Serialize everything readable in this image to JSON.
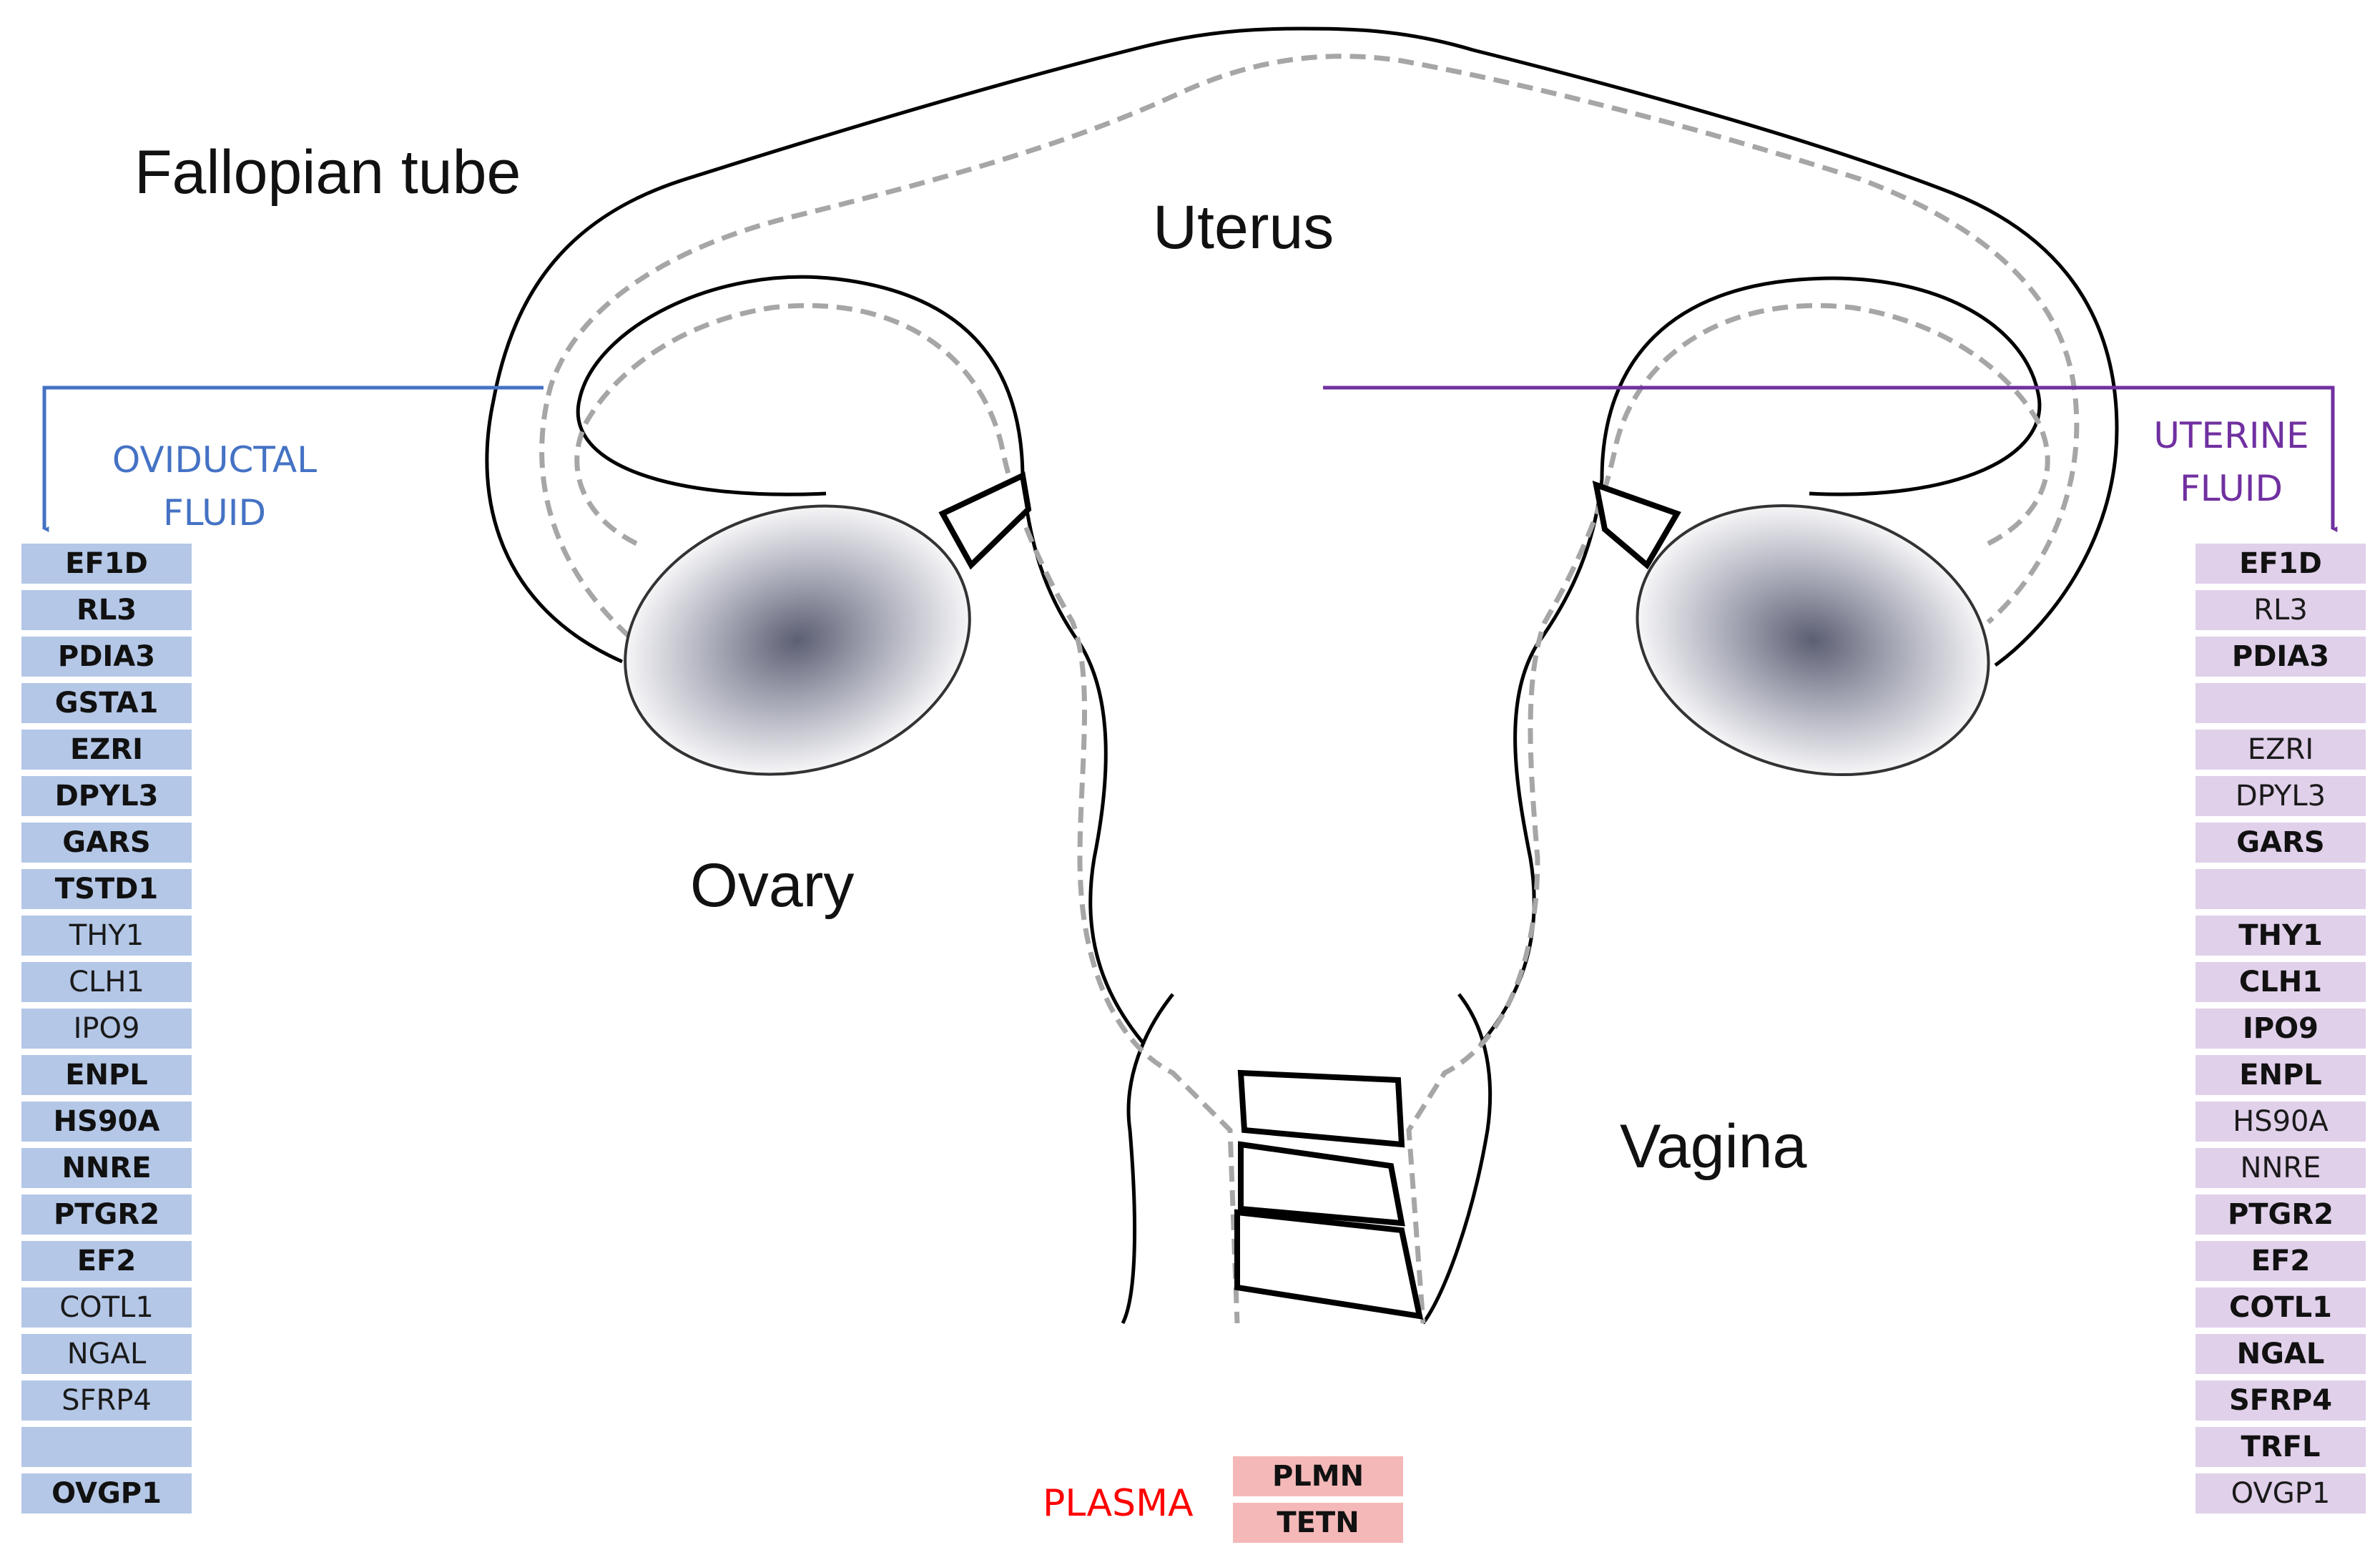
{
  "labels": {
    "fallopian_tube": "Fallopian tube",
    "uterus": "Uterus",
    "ovary": "Ovary",
    "vagina": "Vagina",
    "oviductal_fluid": [
      "OVIDUCTAL",
      "FLUID"
    ],
    "uterine_fluid": [
      "UTERINE",
      "FLUID"
    ],
    "plasma": "PLASMA"
  },
  "colors": {
    "oviductal": "#4472c4",
    "oviductal_cell": "#b4c7e7",
    "uterine": "#7030a0",
    "uterine_cell": "#e0d0ea",
    "plasma": "#ff0000",
    "plasma_cell": "#f4b8b8",
    "outline": "#000000",
    "dashed_lining": "#a6a6a6"
  },
  "oviductal_list": [
    {
      "name": "EF1D",
      "bold": true
    },
    {
      "name": "RL3",
      "bold": true
    },
    {
      "name": "PDIA3",
      "bold": true
    },
    {
      "name": "GSTA1",
      "bold": true
    },
    {
      "name": "EZRI",
      "bold": true
    },
    {
      "name": "DPYL3",
      "bold": true
    },
    {
      "name": "GARS",
      "bold": true
    },
    {
      "name": "TSTD1",
      "bold": true
    },
    {
      "name": "THY1",
      "bold": false
    },
    {
      "name": "CLH1",
      "bold": false
    },
    {
      "name": "IPO9",
      "bold": false
    },
    {
      "name": "ENPL",
      "bold": true
    },
    {
      "name": "HS90A",
      "bold": true
    },
    {
      "name": "NNRE",
      "bold": true
    },
    {
      "name": "PTGR2",
      "bold": true
    },
    {
      "name": "EF2",
      "bold": true
    },
    {
      "name": "COTL1",
      "bold": false
    },
    {
      "name": "NGAL",
      "bold": false
    },
    {
      "name": "SFRP4",
      "bold": false
    },
    {
      "name": "",
      "bold": false
    },
    {
      "name": "OVGP1",
      "bold": true
    }
  ],
  "uterine_list": [
    {
      "name": "EF1D",
      "bold": true
    },
    {
      "name": "RL3",
      "bold": false
    },
    {
      "name": "PDIA3",
      "bold": true
    },
    {
      "name": "",
      "bold": false
    },
    {
      "name": "EZRI",
      "bold": false
    },
    {
      "name": "DPYL3",
      "bold": false
    },
    {
      "name": "GARS",
      "bold": true
    },
    {
      "name": "",
      "bold": false
    },
    {
      "name": "THY1",
      "bold": true
    },
    {
      "name": "CLH1",
      "bold": true
    },
    {
      "name": "IPO9",
      "bold": true
    },
    {
      "name": "ENPL",
      "bold": true
    },
    {
      "name": "HS90A",
      "bold": false
    },
    {
      "name": "NNRE",
      "bold": false
    },
    {
      "name": "PTGR2",
      "bold": true
    },
    {
      "name": "EF2",
      "bold": true
    },
    {
      "name": "COTL1",
      "bold": true
    },
    {
      "name": "NGAL",
      "bold": true
    },
    {
      "name": "SFRP4",
      "bold": true
    },
    {
      "name": "TRFL",
      "bold": true
    },
    {
      "name": "OVGP1",
      "bold": false
    }
  ],
  "plasma_list": [
    {
      "name": "PLMN",
      "bold": true
    },
    {
      "name": "TETN",
      "bold": true
    }
  ]
}
